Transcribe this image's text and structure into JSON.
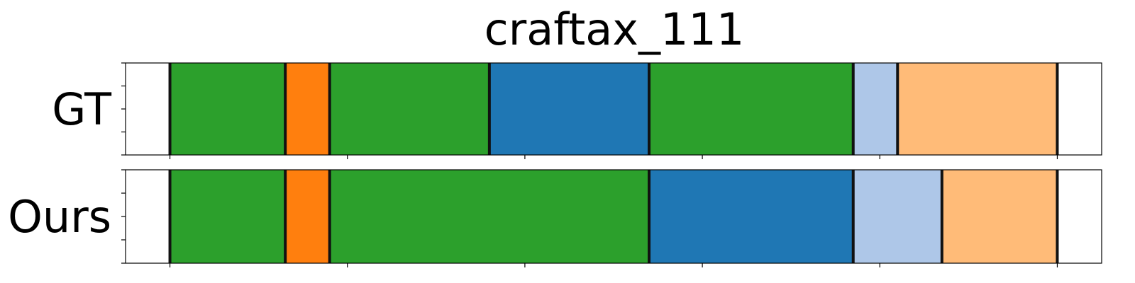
{
  "chart_data": {
    "type": "segmentation-timeline",
    "title": "craftax_111",
    "x_range": [
      0,
      1.1
    ],
    "x_ticks": [
      0.05,
      0.25,
      0.45,
      0.65,
      0.85,
      1.05
    ],
    "x_tick_labels": false,
    "y_ticks_per_row": 5,
    "boundary_color": "#111111",
    "rows": [
      {
        "label": "GT",
        "segments": [
          {
            "start": 0.05,
            "end": 0.18,
            "color": "#2ca02c"
          },
          {
            "start": 0.18,
            "end": 0.23,
            "color": "#ff7f0e"
          },
          {
            "start": 0.23,
            "end": 0.41,
            "color": "#2ca02c"
          },
          {
            "start": 0.41,
            "end": 0.59,
            "color": "#1f77b4"
          },
          {
            "start": 0.59,
            "end": 0.82,
            "color": "#2ca02c"
          },
          {
            "start": 0.82,
            "end": 0.87,
            "color": "#aec7e8"
          },
          {
            "start": 0.87,
            "end": 1.05,
            "color": "#ffbb78"
          }
        ]
      },
      {
        "label": "Ours",
        "segments": [
          {
            "start": 0.05,
            "end": 0.18,
            "color": "#2ca02c"
          },
          {
            "start": 0.18,
            "end": 0.23,
            "color": "#ff7f0e"
          },
          {
            "start": 0.23,
            "end": 0.59,
            "color": "#2ca02c"
          },
          {
            "start": 0.59,
            "end": 0.82,
            "color": "#1f77b4"
          },
          {
            "start": 0.82,
            "end": 0.92,
            "color": "#aec7e8"
          },
          {
            "start": 0.92,
            "end": 1.05,
            "color": "#ffbb78"
          }
        ]
      }
    ]
  }
}
